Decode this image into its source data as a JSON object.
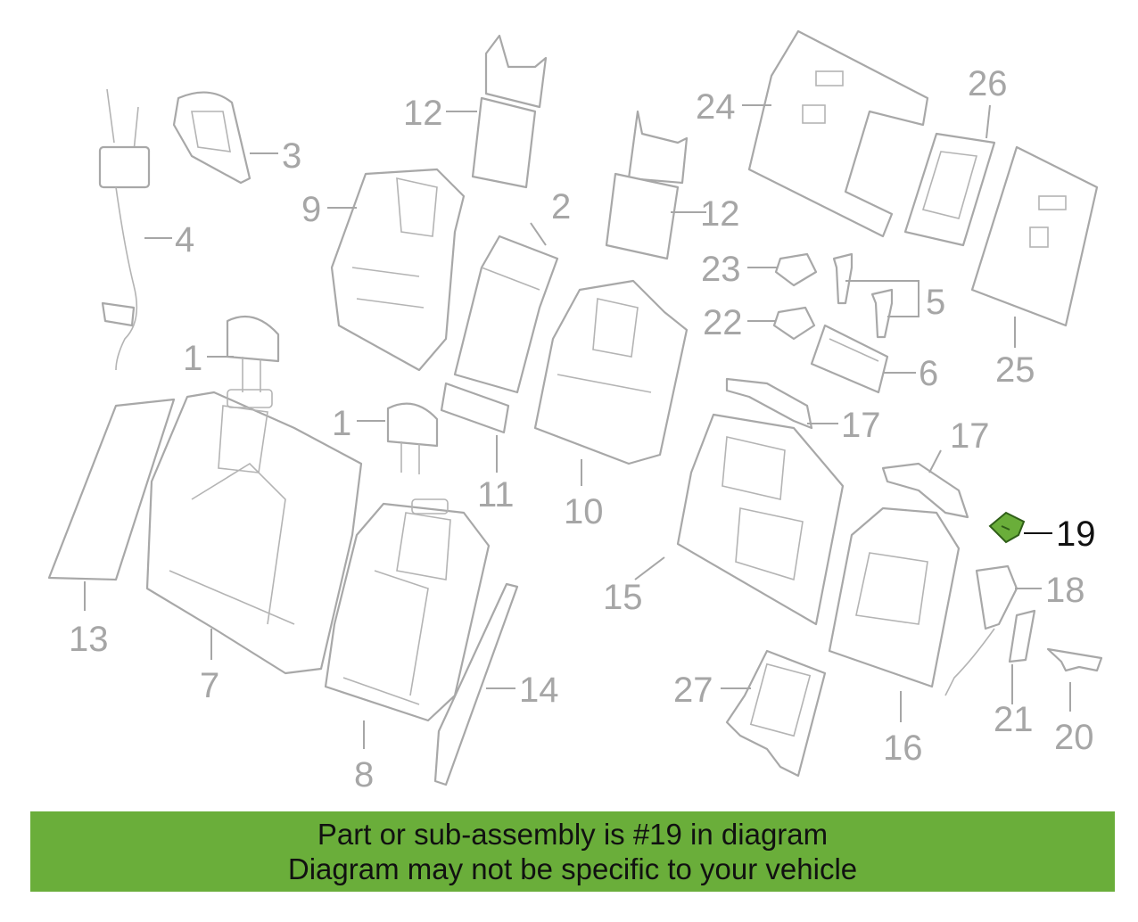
{
  "diagram": {
    "callouts": {
      "c1a": "1",
      "c1b": "1",
      "c2": "2",
      "c3": "3",
      "c4": "4",
      "c5": "5",
      "c6": "6",
      "c7": "7",
      "c8": "8",
      "c9": "9",
      "c10": "10",
      "c11": "11",
      "c12a": "12",
      "c12b": "12",
      "c13": "13",
      "c14": "14",
      "c15": "15",
      "c16": "16",
      "c17a": "17",
      "c17b": "17",
      "c18": "18",
      "c19": "19",
      "c20": "20",
      "c21": "21",
      "c22": "22",
      "c23": "23",
      "c24": "24",
      "c25": "25",
      "c26": "26",
      "c27": "27"
    },
    "highlighted_part": "19",
    "highlight_color": "#6aae3a",
    "line_color": "#a6a6a6"
  },
  "banner": {
    "line1": "Part or sub-assembly is #19 in diagram",
    "line2": "Diagram may not be specific to your vehicle",
    "background": "#6aae3a"
  }
}
